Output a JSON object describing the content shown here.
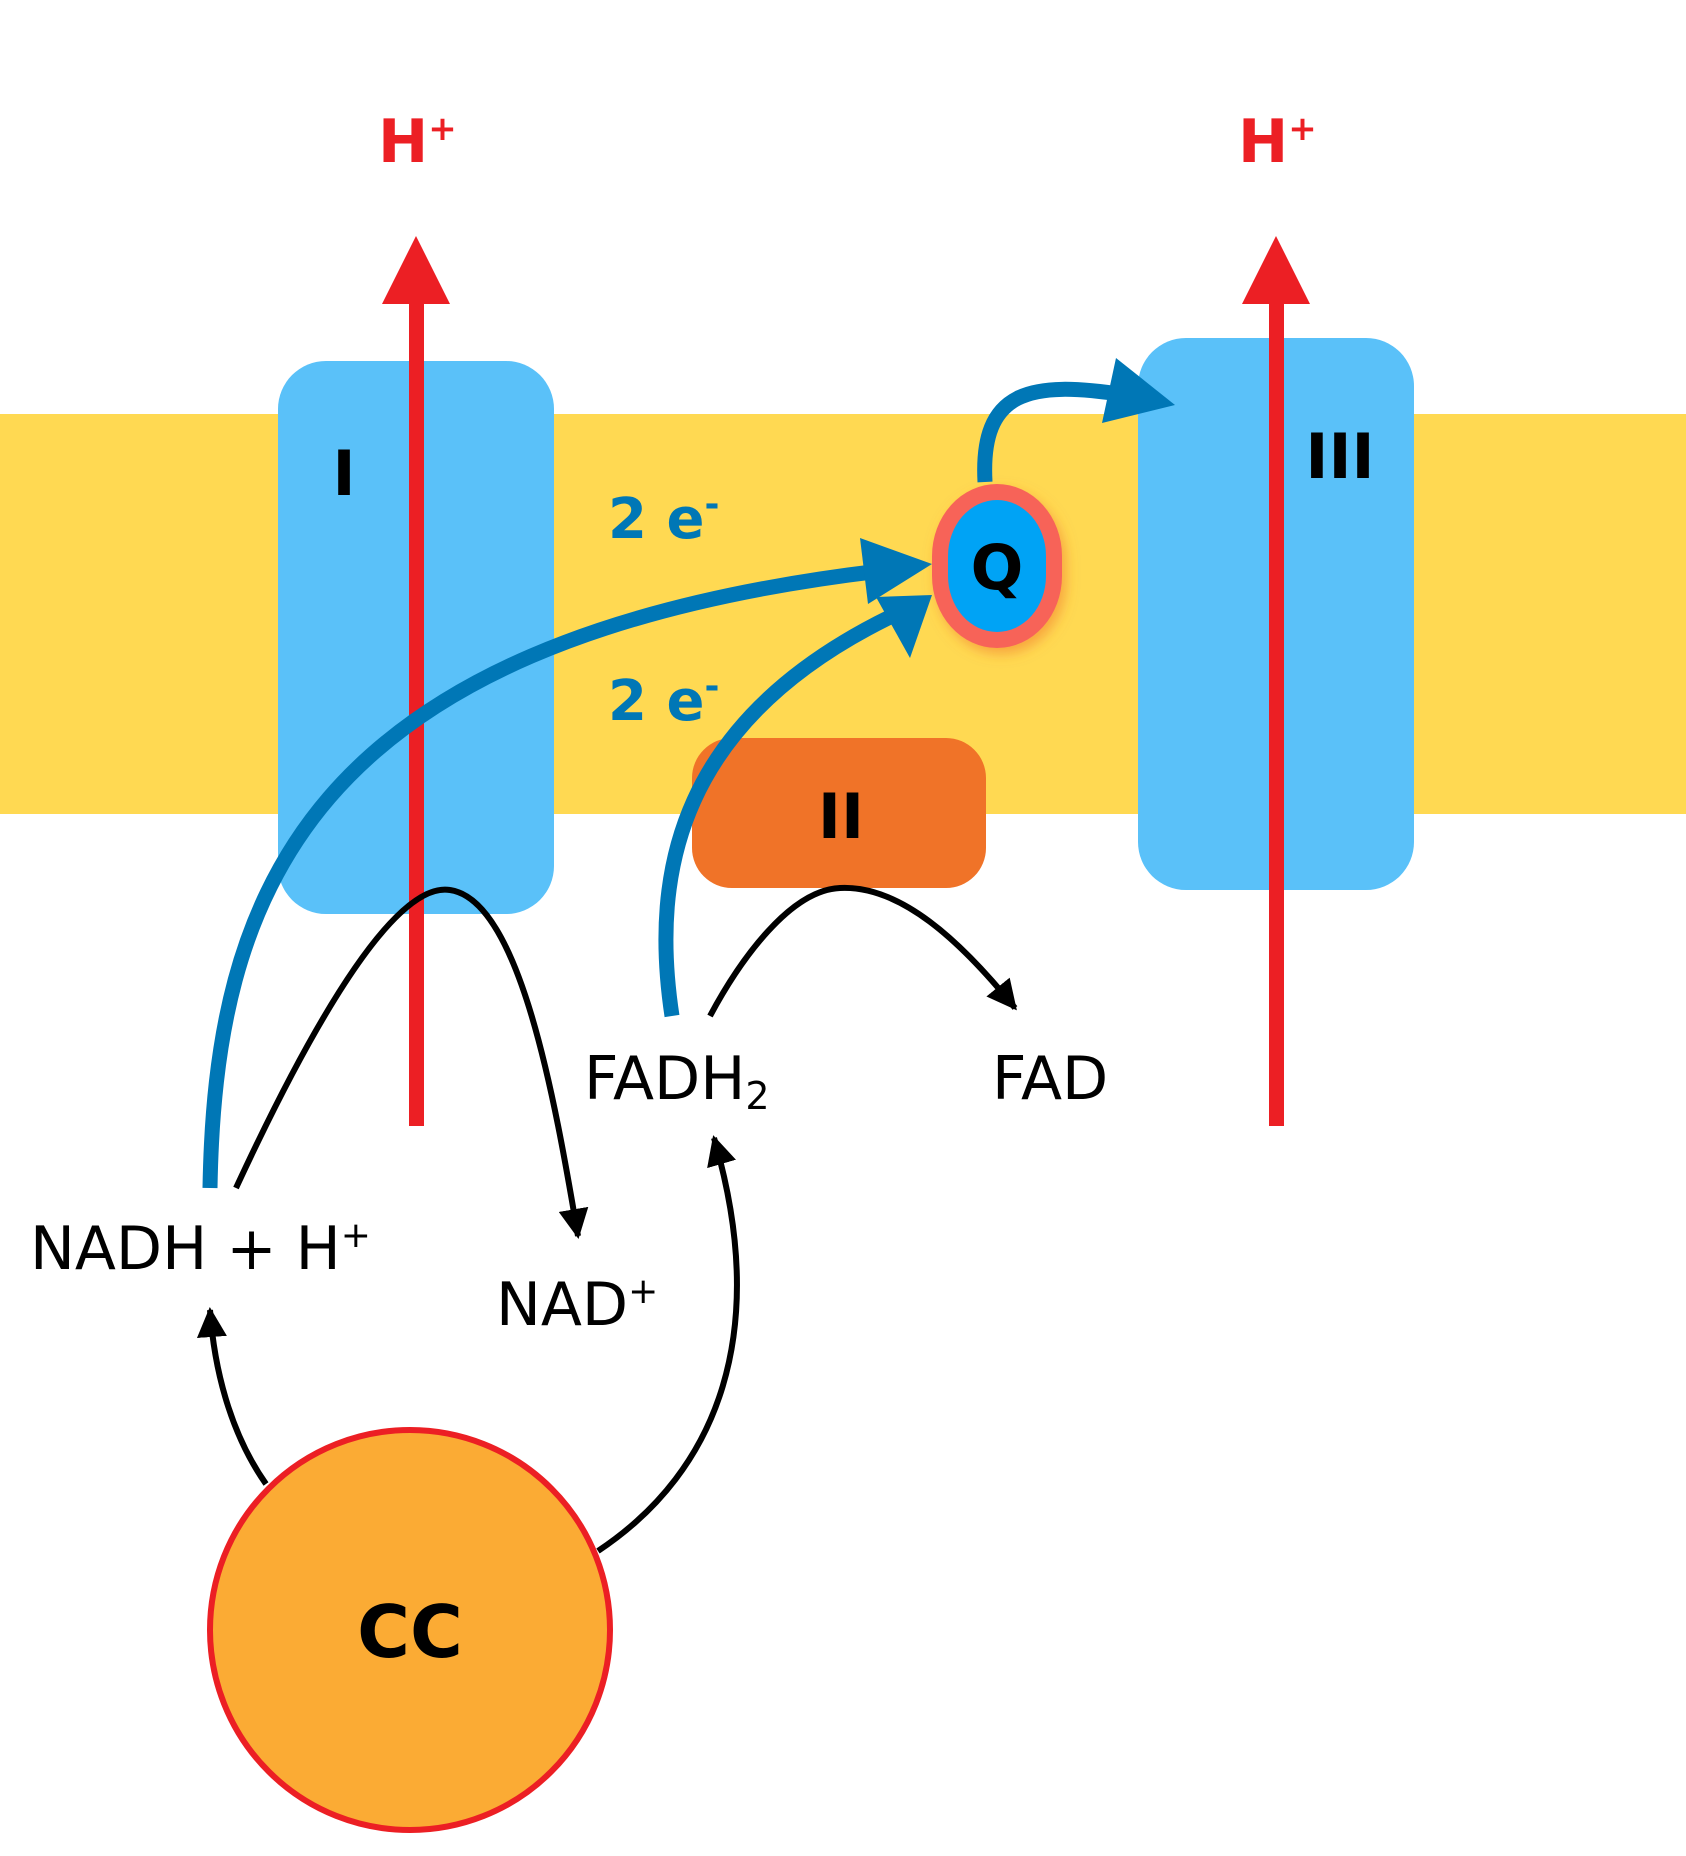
{
  "diagram": {
    "title": "Electron transport chain: Complexes I, II, III and ubiquinone",
    "colors": {
      "membrane": "#FFD952",
      "complex_blue": "#5AC1F9",
      "complex_ii": "#F07328",
      "proton_red": "#EC1F24",
      "electron_blue": "#0077B6",
      "q_fill": "#00A3F5",
      "q_ring": "#F76458",
      "cc_fill": "#FBAB34",
      "cc_ring": "#EC1F24",
      "ink": "#000000"
    },
    "protons": {
      "left_label": "H",
      "left_sup": "+",
      "right_label": "H",
      "right_sup": "+"
    },
    "complexes": {
      "complex_i": "I",
      "complex_ii": "II",
      "complex_iii": "III",
      "ubiquinone": "Q",
      "citric_cycle": "CC"
    },
    "electrons": {
      "upper_count": "2 e",
      "upper_sup": "-",
      "lower_count": "2 e",
      "lower_sup": "-"
    },
    "metabolites": {
      "nadh": "NADH + H",
      "nadh_sup": "+",
      "nad": "NAD",
      "nad_sup": "+",
      "fadh2": "FADH",
      "fadh2_sub": "2",
      "fad": "FAD"
    }
  }
}
